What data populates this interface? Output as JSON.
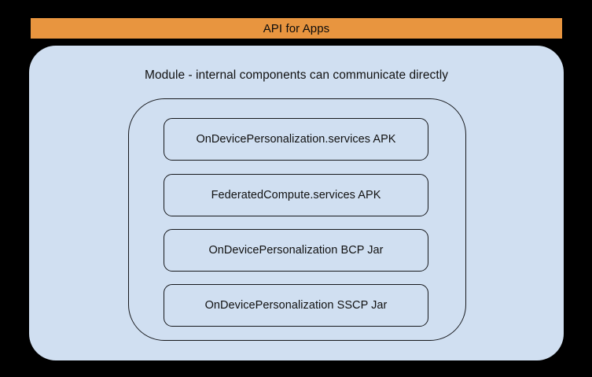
{
  "diagram": {
    "api_bar": {
      "label": "API for Apps",
      "color": "#e8953f"
    },
    "module": {
      "caption": "Module - internal components can communicate directly",
      "background": "#d0dff1",
      "outline_color": "#16181c",
      "components": [
        {
          "label": "OnDevicePersonalization.services APK"
        },
        {
          "label": "FederatedCompute.services APK"
        },
        {
          "label": "OnDevicePersonalization BCP Jar"
        },
        {
          "label": "OnDevicePersonalization SSCP Jar"
        }
      ]
    },
    "background": "#000000"
  }
}
